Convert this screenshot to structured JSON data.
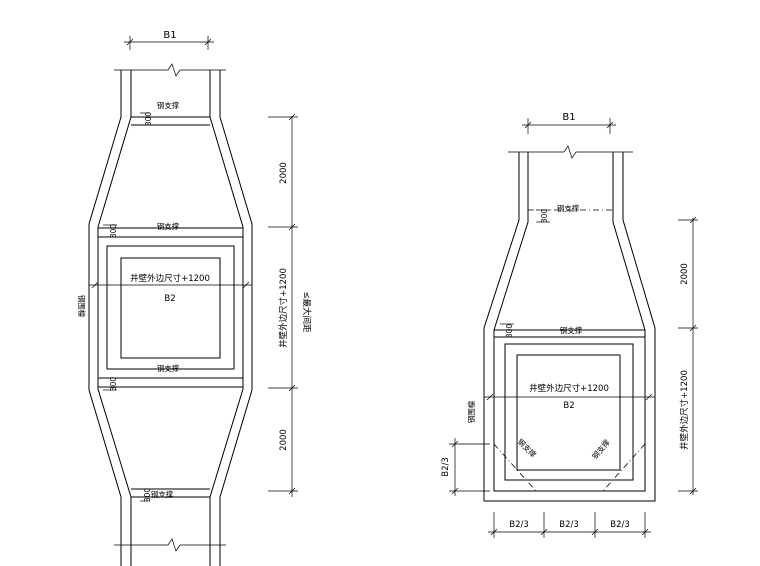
{
  "left": {
    "dim_top_width": "B1",
    "upper_brace": "钢支撑",
    "upper_offset": "300",
    "dim_upper_taper": "2000",
    "middle_top_brace": "钢支撑",
    "middle_top_offset": "300",
    "inner_dim": "井壁外边尺寸+1200",
    "inner_width": "B2",
    "side_label": "钢围檩",
    "right_dim_main": "井壁外边尺寸+1200",
    "right_dim_note": "≤最大间距",
    "middle_bottom_brace": "钢支撑",
    "middle_bottom_offset": "300",
    "dim_lower_taper": "2000",
    "lower_brace": "钢支撑",
    "lower_offset": "300"
  },
  "right": {
    "dim_top_width": "B1",
    "upper_brace": "钢支撑",
    "upper_offset": "300",
    "dim_taper": "2000",
    "box_brace": "钢支撑",
    "box_offset": "300",
    "inner_dim": "井壁外边尺寸+1200",
    "inner_width": "B2",
    "side_label": "钢围檩",
    "right_dim_main": "井壁外边尺寸+1200",
    "corner_brace_left": "钢支撑",
    "corner_brace_right": "钢支撑",
    "corner_dim": "B2/3",
    "bottom_dims": [
      "B2/3",
      "B2/3",
      "B2/3"
    ]
  }
}
